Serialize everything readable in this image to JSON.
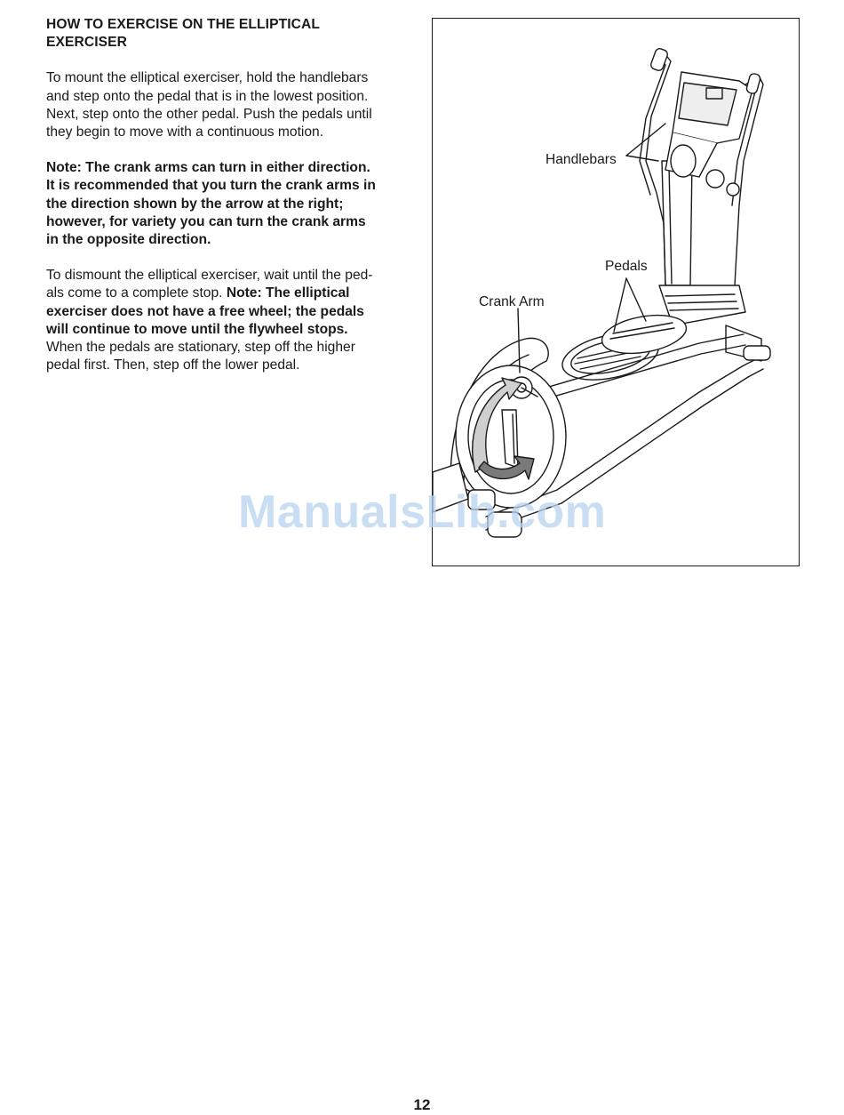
{
  "section": {
    "heading_line1": "HOW TO EXERCISE ON THE ELLIPTICAL",
    "heading_line2": "EXERCISER"
  },
  "paragraphs": {
    "mount_line1": "To mount the elliptical exerciser, hold the handlebars",
    "mount_line2": "and step onto the pedal that is in the lowest position.",
    "mount_line3": "Next, step onto the other pedal. Push the pedals until",
    "mount_line4": "they begin to move with a continuous motion.",
    "note_line1": "Note: The crank arms can turn in either direction.",
    "note_line2": "It is recommended that you turn the crank arms in",
    "note_line3": "the direction shown by the arrow at the right;",
    "note_line4": "however, for variety you can turn the crank arms",
    "note_line5": "in the opposite direction.",
    "dismount_line1": "To dismount the elliptical exerciser, wait until the ped-",
    "dismount_line2a": "als come to a complete stop. ",
    "dismount_line2b": "Note: The elliptical",
    "dismount_line3": "exerciser does not have a free wheel; the pedals",
    "dismount_line4": "will continue to move until the flywheel stops.",
    "dismount_line5": "When the pedals are stationary, step off the higher",
    "dismount_line6": "pedal first. Then, step off the lower pedal."
  },
  "figure": {
    "label_handlebars": "Handlebars",
    "label_pedals": "Pedals",
    "label_crank_arm": "Crank Arm"
  },
  "watermark": "ManualsLib.com",
  "page_number": "12"
}
